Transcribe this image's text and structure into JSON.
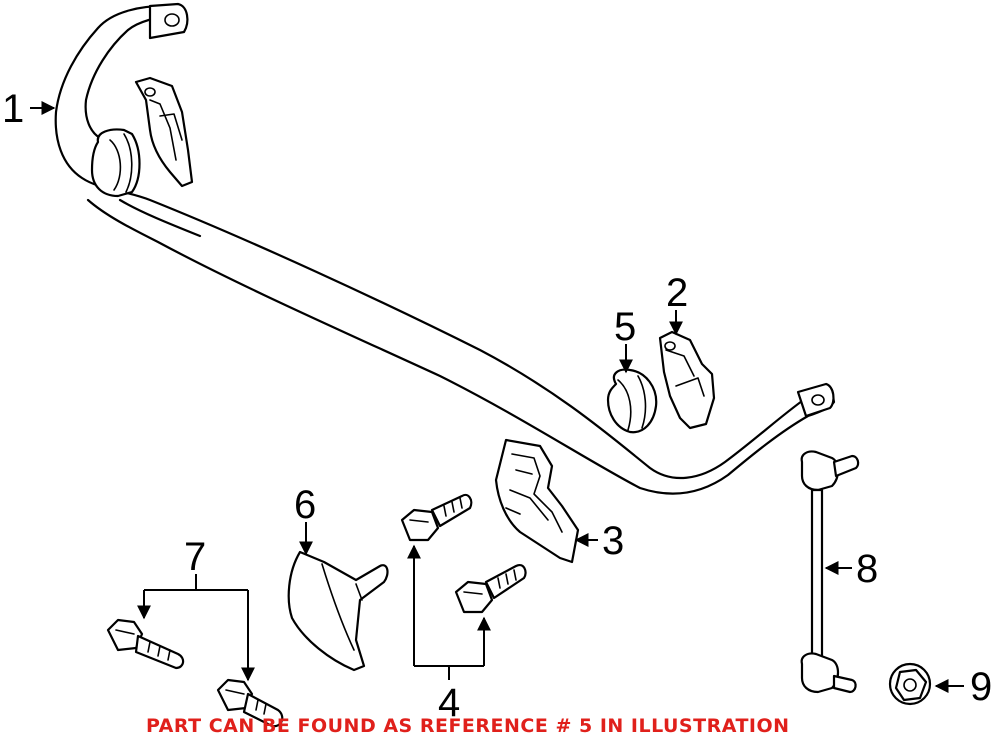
{
  "callouts": {
    "c1": "1",
    "c2": "2",
    "c3": "3",
    "c4": "4",
    "c5": "5",
    "c6": "6",
    "c7": "7",
    "c8": "8",
    "c9": "9"
  },
  "note": "PART CAN BE FOUND AS REFERENCE # 5 IN ILLUSTRATION",
  "colors": {
    "note": "#e0201b",
    "line": "#000000",
    "background": "#ffffff"
  }
}
